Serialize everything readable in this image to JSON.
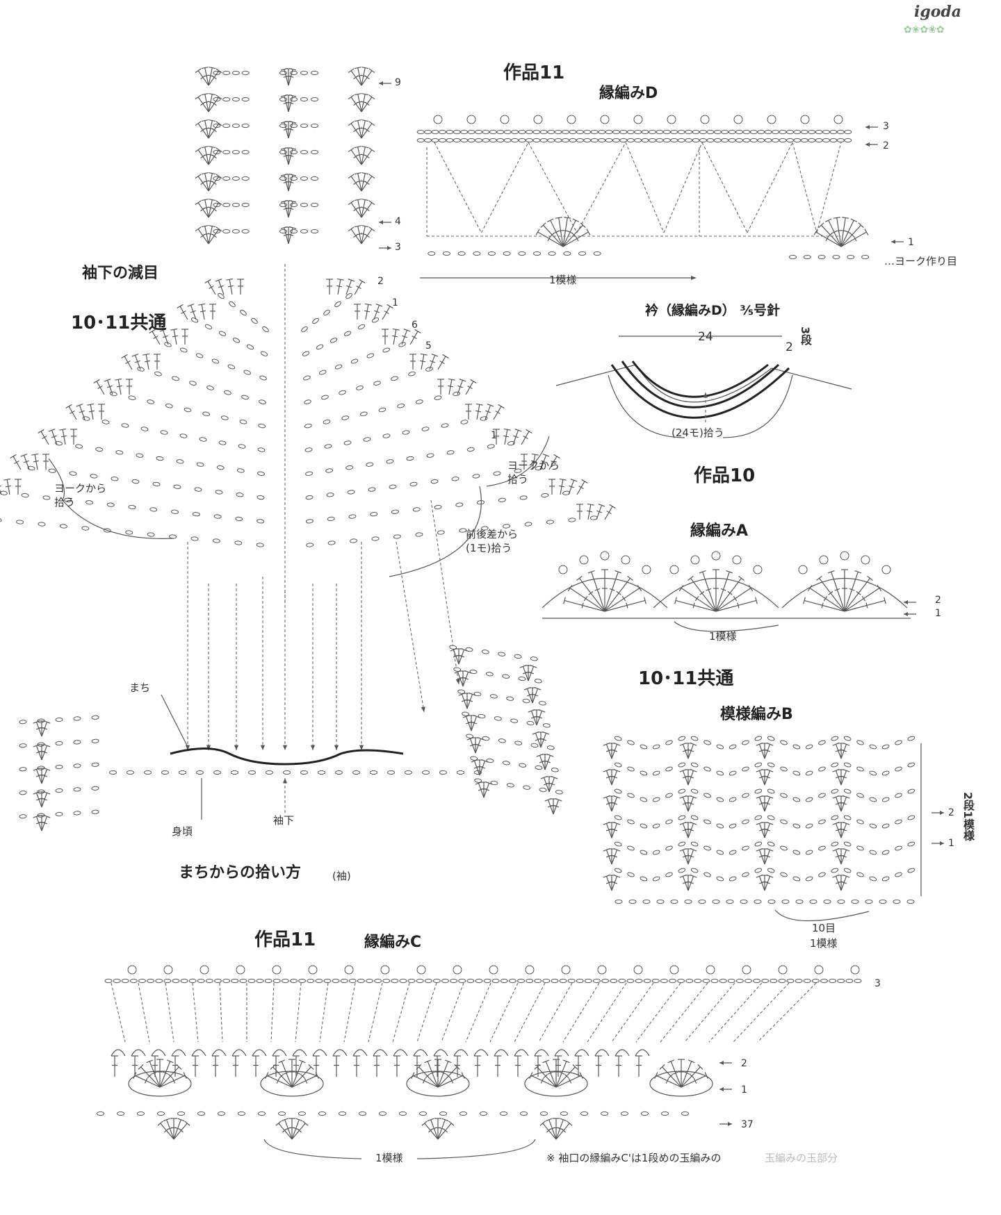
{
  "header": {
    "logo_text": "igoda"
  },
  "sleeve_decrease": {
    "title": "袖下の減目",
    "subtitle": "10･11共通",
    "rows": [
      "9",
      "4",
      "3",
      "2",
      "1",
      "6",
      "5"
    ]
  },
  "gusset": {
    "yoke_left": "ヨークから\n拾う",
    "yoke_right": "ヨークから\n拾う",
    "front_back": "前後差から\n(1モ)拾う",
    "row_1": "1",
    "machi": "まち",
    "body": "身頃",
    "underarm": "袖下",
    "caption": "まちからの拾い方",
    "caption_small": "(袖)"
  },
  "work11_top": {
    "title": "作品11",
    "edging": "縁編みD",
    "rows": [
      "3",
      "2",
      "1"
    ],
    "yoke_chain": "…ヨーク作り目",
    "repeat": "1模様"
  },
  "collar": {
    "title": "衿（縁編みD） ⅗号針",
    "width": "24",
    "height": "2",
    "rows_label": "3段",
    "pickup": "(24モ)拾う",
    "work": "作品10"
  },
  "edging_a": {
    "title": "縁編みA",
    "rows": [
      "2",
      "1"
    ],
    "repeat": "1模様"
  },
  "pattern_b": {
    "common": "10･11共通",
    "title": "模様編みB",
    "rows": [
      "2",
      "1"
    ],
    "side_note": "2段1模様",
    "repeat_line1": "10目",
    "repeat_line2": "1模様"
  },
  "work11_bottom": {
    "title": "作品11",
    "edging": "縁編みC",
    "rows": [
      "3",
      "2",
      "1",
      "37"
    ],
    "repeat": "1模様",
    "footnote": "※ 袖口の縁編みC'は1段めの玉編みの",
    "footnote_faded": "玉編みの玉部分"
  }
}
